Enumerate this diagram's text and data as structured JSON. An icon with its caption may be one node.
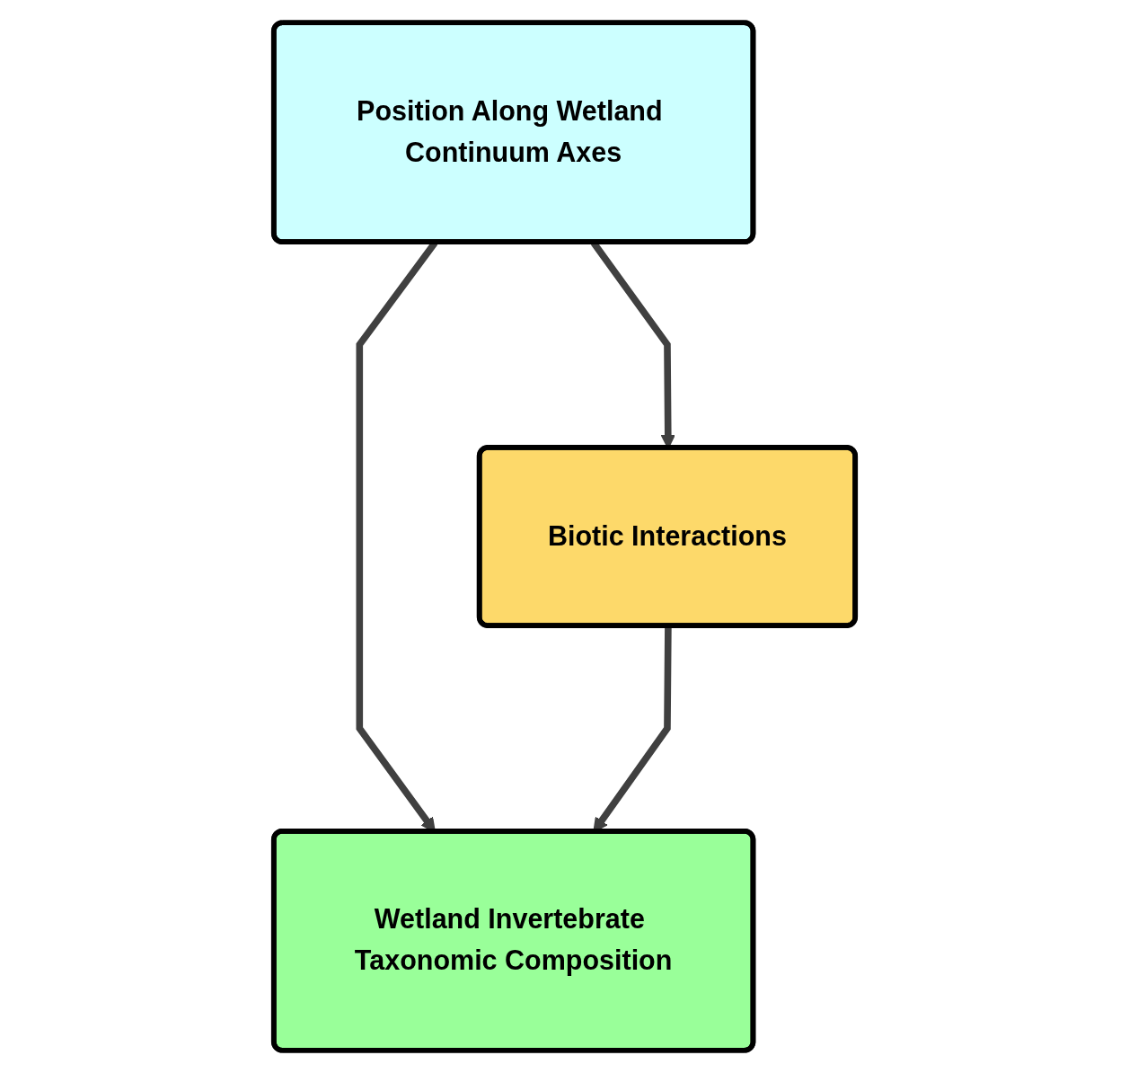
{
  "diagram": {
    "nodes": [
      {
        "text": [
          "Position Along Wetland Continuum Axes"
        ]
      },
      {
        "text": [
          "Biotic Interactions"
        ]
      },
      {
        "text": [
          "Wetland Invertebrate Taxonomic Composition"
        ]
      }
    ],
    "edges": [
      {
        "from": 0,
        "to": 2,
        "arrow": "to"
      },
      {
        "from": 0,
        "to": 1,
        "arrow": "to"
      },
      {
        "from": 1,
        "to": 2,
        "arrow": "to"
      }
    ]
  }
}
